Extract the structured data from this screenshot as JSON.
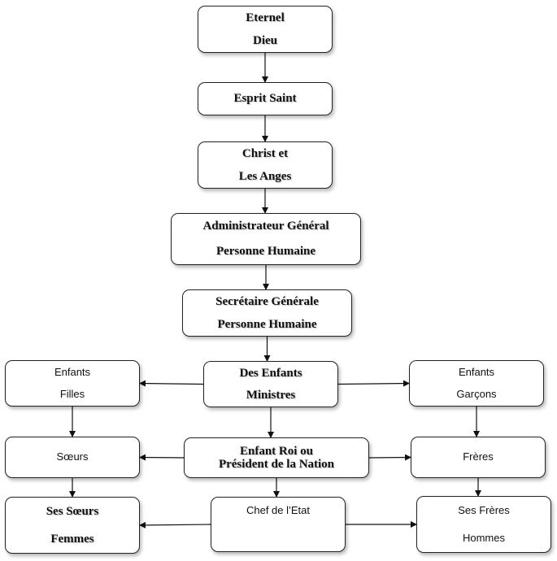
{
  "nodes": {
    "eternel": {
      "lines": [
        "Eternel",
        "Dieu"
      ]
    },
    "esprit": {
      "lines": [
        "Esprit Saint"
      ]
    },
    "christ": {
      "lines": [
        "Christ et",
        "Les Anges"
      ]
    },
    "administrateur": {
      "lines": [
        "Administrateur Général",
        "Personne Humaine"
      ]
    },
    "secretaire": {
      "lines": [
        "Secrétaire Générale",
        "Personne Humaine"
      ]
    },
    "enfants_filles": {
      "lines": [
        "Enfants",
        "Filles"
      ]
    },
    "ministres": {
      "lines": [
        "Des Enfants",
        "Ministres"
      ]
    },
    "enfants_garcons": {
      "lines": [
        "Enfants",
        "Garçons"
      ]
    },
    "soeurs": {
      "lines": [
        "Sœurs"
      ]
    },
    "roi": {
      "lines": [
        "Enfant Roi ou",
        "Président de la Nation"
      ]
    },
    "freres": {
      "lines": [
        "Frères"
      ]
    },
    "ses_soeurs": {
      "lines": [
        "Ses Sœurs",
        "Femmes"
      ]
    },
    "chef": {
      "lines": [
        "Chef de l’Etat"
      ]
    },
    "ses_freres": {
      "lines": [
        "Ses Frères",
        "Hommes"
      ]
    }
  },
  "edges": [
    [
      "eternel",
      "esprit"
    ],
    [
      "esprit",
      "christ"
    ],
    [
      "christ",
      "administrateur"
    ],
    [
      "administrateur",
      "secretaire"
    ],
    [
      "secretaire",
      "ministres"
    ],
    [
      "ministres",
      "enfants_filles"
    ],
    [
      "ministres",
      "enfants_garcons"
    ],
    [
      "ministres",
      "roi"
    ],
    [
      "enfants_filles",
      "soeurs"
    ],
    [
      "enfants_garcons",
      "freres"
    ],
    [
      "roi",
      "soeurs"
    ],
    [
      "roi",
      "freres"
    ],
    [
      "roi",
      "chef"
    ],
    [
      "soeurs",
      "ses_soeurs"
    ],
    [
      "freres",
      "ses_freres"
    ],
    [
      "chef",
      "ses_soeurs"
    ],
    [
      "chef",
      "ses_freres"
    ]
  ]
}
